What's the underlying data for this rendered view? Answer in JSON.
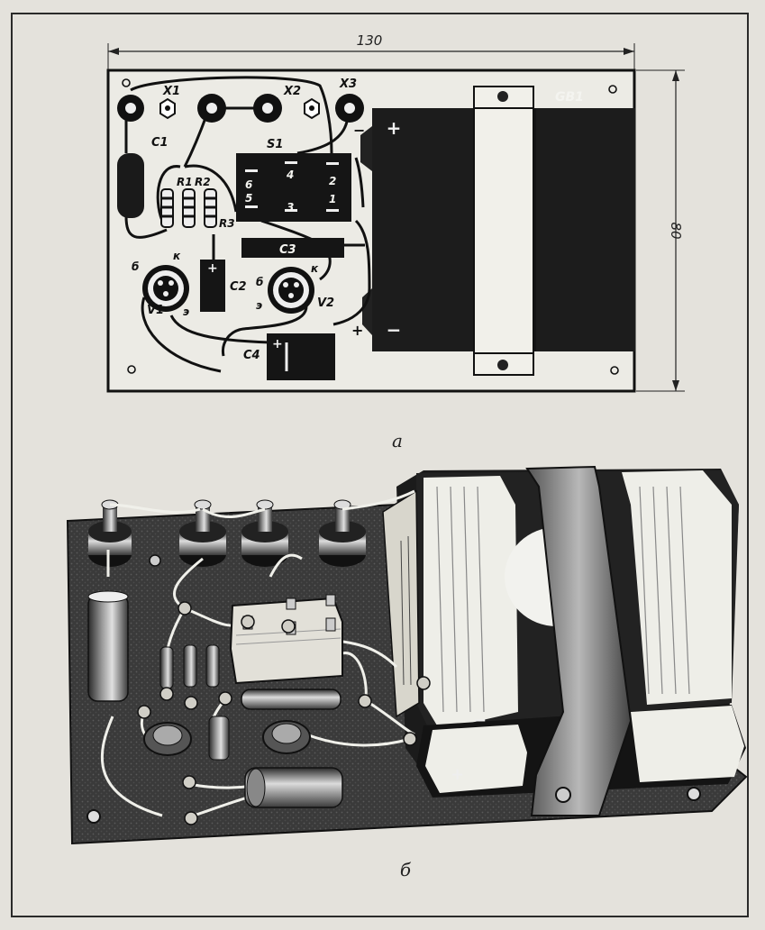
{
  "figure": {
    "dimensions": {
      "width": "130",
      "height": "80"
    },
    "captions": {
      "top": "а",
      "bottom": "б"
    },
    "board_labels": {
      "x1": "X1",
      "x2": "X2",
      "x3": "X3",
      "gb1": "GB1",
      "c1": "C1",
      "s1": "S1",
      "r1": "R1",
      "r2": "R2",
      "r3": "R3",
      "c2": "C2",
      "c3": "C3",
      "c4": "C4",
      "v1": "V1",
      "v2": "V2"
    },
    "switch_contacts": [
      "1",
      "2",
      "3",
      "4",
      "5",
      "6"
    ],
    "transistor_pins": {
      "base": "б",
      "collector": "к",
      "emitter": "э"
    },
    "polarity": {
      "plus": "+",
      "minus": "−"
    }
  }
}
